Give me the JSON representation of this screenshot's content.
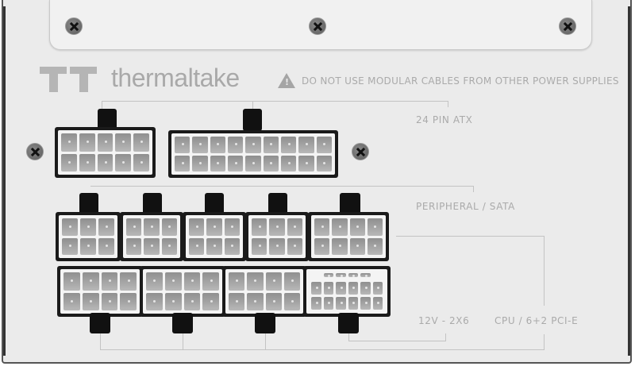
{
  "brand": {
    "name": "thermaltake",
    "logo_icon": "tt-logo-icon"
  },
  "warning": {
    "icon": "warning-triangle-icon",
    "text": "DO NOT USE MODULAR CABLES FROM OTHER POWER SUPPLIES"
  },
  "labels": {
    "atx": "24 PIN ATX",
    "peripheral": "PERIPHERAL / SATA",
    "hpwr": "12V - 2X6",
    "cpu_pcie": "CPU / 6+2 PCI-E"
  },
  "connectors": {
    "atx": [
      {
        "pins": "10-pin"
      },
      {
        "pins": "18-pin"
      }
    ],
    "peripheral_sata": [
      {
        "pins": "6-pin"
      },
      {
        "pins": "6-pin"
      },
      {
        "pins": "6-pin"
      },
      {
        "pins": "6-pin"
      },
      {
        "pins": "8-pin"
      }
    ],
    "cpu_pcie": [
      {
        "pins": "8-pin"
      },
      {
        "pins": "8-pin"
      },
      {
        "pins": "8-pin"
      }
    ],
    "hpwr": [
      {
        "pins": "12+4-pin"
      }
    ]
  },
  "colors": {
    "panel": "#ebebeb",
    "text": "#aaaaaa",
    "connector_shell": "#1a1a1a",
    "connector_body": "#f4f4f4"
  }
}
